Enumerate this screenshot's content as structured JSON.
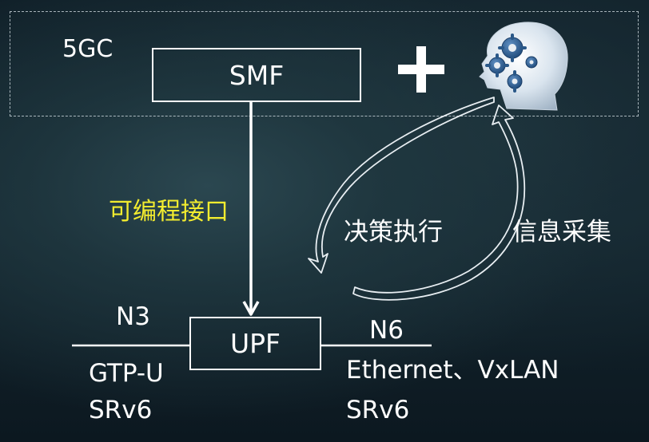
{
  "core_label": "5GC",
  "smf_label": "SMF",
  "upf_label": "UPF",
  "plus_symbol": "+",
  "interface_label": "可编程接口",
  "decision_label": "决策执行",
  "collection_label": "信息采集",
  "n3_label": "N3",
  "n6_label": "N6",
  "n3_protocols": [
    "GTP-U",
    "SRv6"
  ],
  "n6_protocols": [
    "Ethernet、VxLAN",
    "SRv6"
  ],
  "icons": {
    "ai_head": "ai-head-gears-icon"
  },
  "colors": {
    "interface_label": "#f2ec2f",
    "lines": "#ffffff"
  }
}
